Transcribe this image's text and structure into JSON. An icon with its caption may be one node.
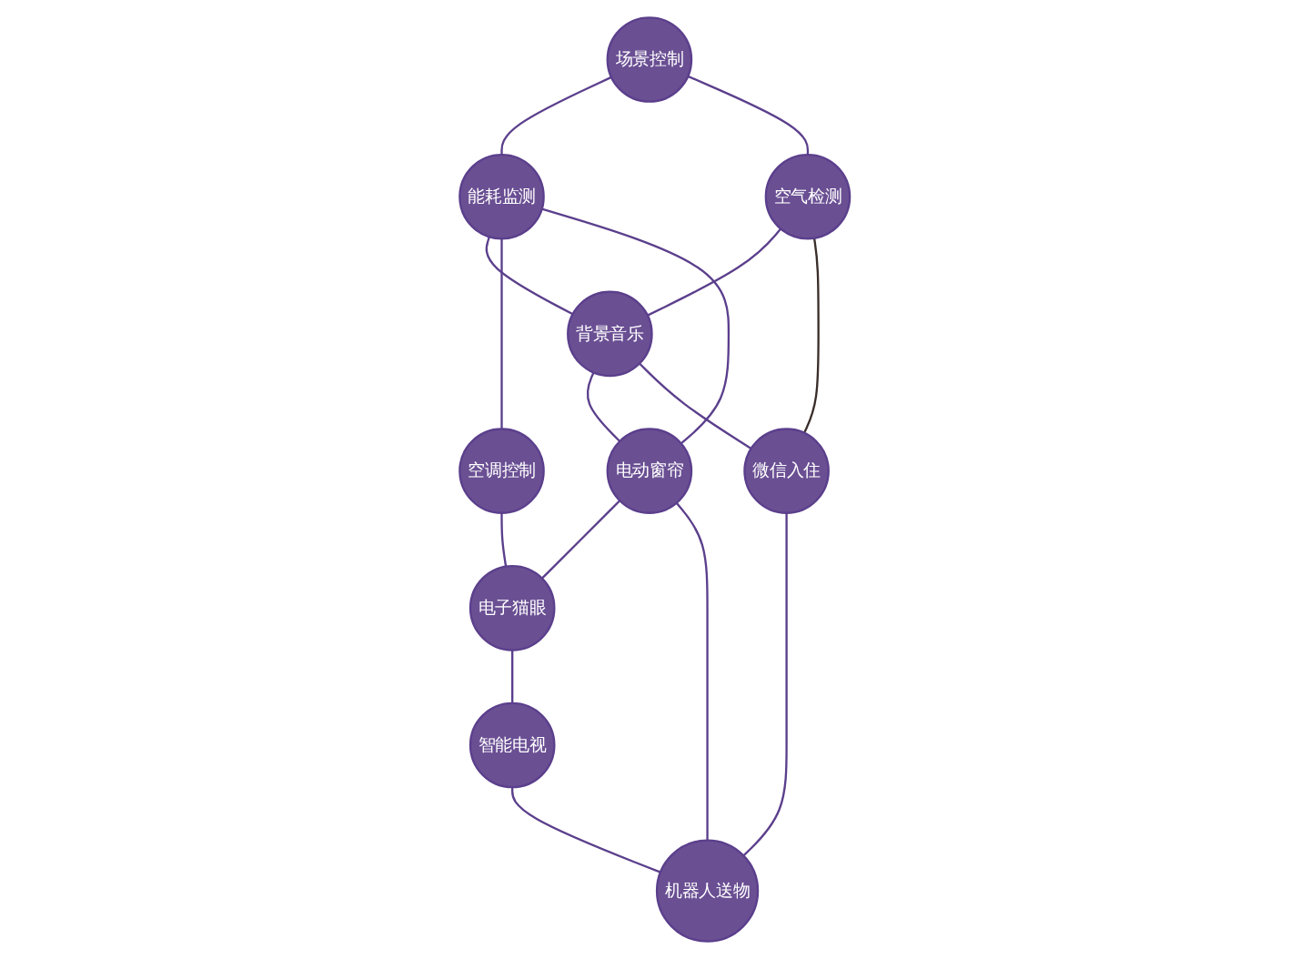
{
  "diagram": {
    "nodes": [
      {
        "text": [
          "场景控制"
        ]
      },
      {
        "text": [
          "能耗监测"
        ]
      },
      {
        "text": [
          "空调控制"
        ]
      },
      {
        "text": [
          "空气检测"
        ]
      },
      {
        "text": [
          "背景音乐"
        ]
      },
      {
        "text": [
          "电动窗帘"
        ]
      },
      {
        "text": [
          "电子猫眼"
        ]
      },
      {
        "text": [
          "微信入住"
        ]
      },
      {
        "text": [
          "智能电视"
        ]
      },
      {
        "text": [
          "机器人送物"
        ]
      }
    ],
    "edges": [
      {
        "from": 0,
        "to": 1,
        "arrow": "none"
      },
      {
        "from": 0,
        "to": 3,
        "arrow": "none"
      },
      {
        "from": 1,
        "to": 4,
        "arrow": "none"
      },
      {
        "from": 1,
        "to": 2,
        "arrow": "none"
      },
      {
        "from": 1,
        "to": 5,
        "arrow": "none"
      },
      {
        "from": 2,
        "to": 6,
        "arrow": "none"
      },
      {
        "from": 3,
        "to": 4,
        "arrow": "none"
      },
      {
        "from": 4,
        "to": 5,
        "arrow": "none"
      },
      {
        "from": 5,
        "to": 6,
        "arrow": "none"
      },
      {
        "from": 3,
        "to": 7,
        "arrow": "none",
        "color": "#3a2e2a"
      },
      {
        "from": 4,
        "to": 7,
        "arrow": "none"
      },
      {
        "from": 6,
        "to": 8,
        "arrow": "none"
      },
      {
        "from": 7,
        "to": 9,
        "arrow": "none"
      },
      {
        "from": 5,
        "to": 9,
        "arrow": "none"
      },
      {
        "from": 8,
        "to": 9,
        "arrow": "none"
      }
    ]
  }
}
